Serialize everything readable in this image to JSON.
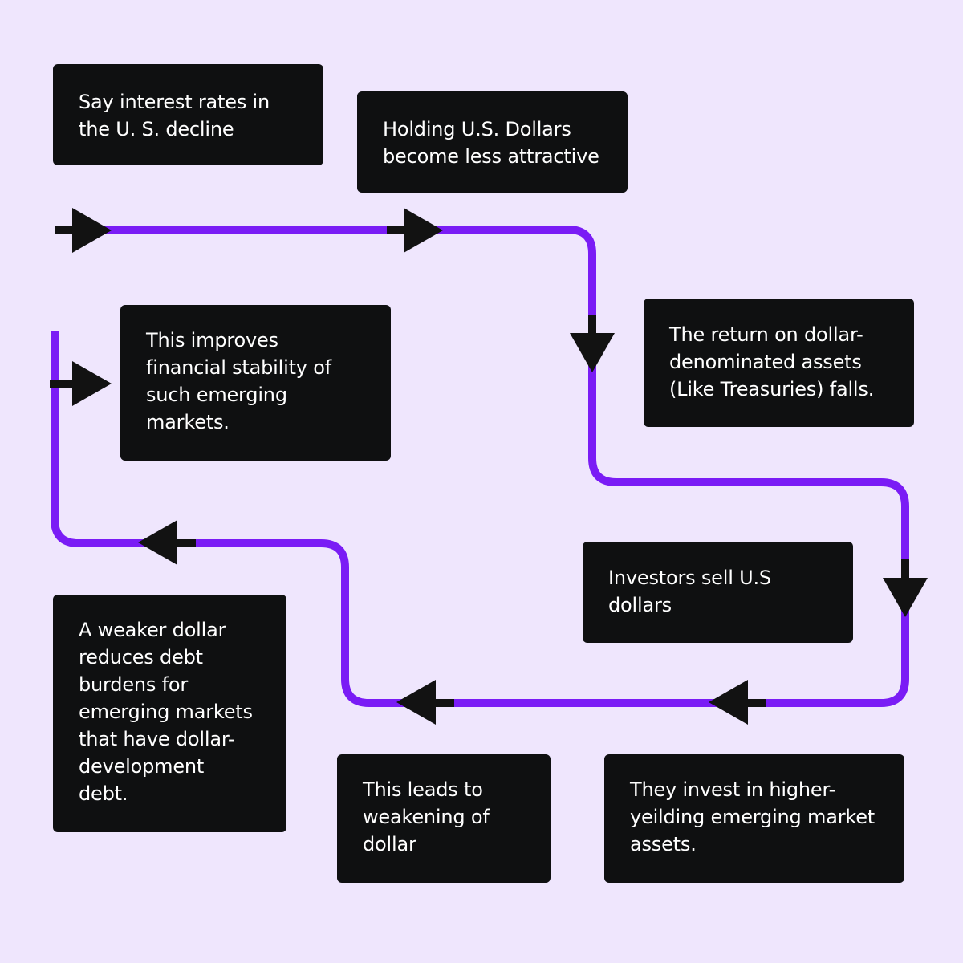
{
  "colors": {
    "background": "#efe6fd",
    "box": "#0f1011",
    "box_text": "#ffffff",
    "connector": "#7a1cf5",
    "arrow": "#121212"
  },
  "steps": [
    {
      "id": "step-interest-rates-decline",
      "text": "Say interest rates in\nthe U. S. decline"
    },
    {
      "id": "step-dollars-less-attractive",
      "text": "Holding U.S. Dollars\nbecome less attractive"
    },
    {
      "id": "step-return-falls",
      "text": "The return on dollar-\ndenominated assets\n(Like Treasuries) falls."
    },
    {
      "id": "step-financial-stability",
      "text": "This improves\nfinancial stability of\nsuch emerging\nmarkets."
    },
    {
      "id": "step-investors-sell",
      "text": "Investors sell U.S\ndollars"
    },
    {
      "id": "step-debt-burdens",
      "text": "A weaker dollar\nreduces debt\nburdens for\nemerging markets\nthat have dollar-\ndevelopment\ndebt."
    },
    {
      "id": "step-weakening-dollar",
      "text": "This leads to\nweakening of\ndollar"
    },
    {
      "id": "step-invest-emerging",
      "text": "They invest in higher-\nyeilding emerging market\nassets."
    }
  ]
}
